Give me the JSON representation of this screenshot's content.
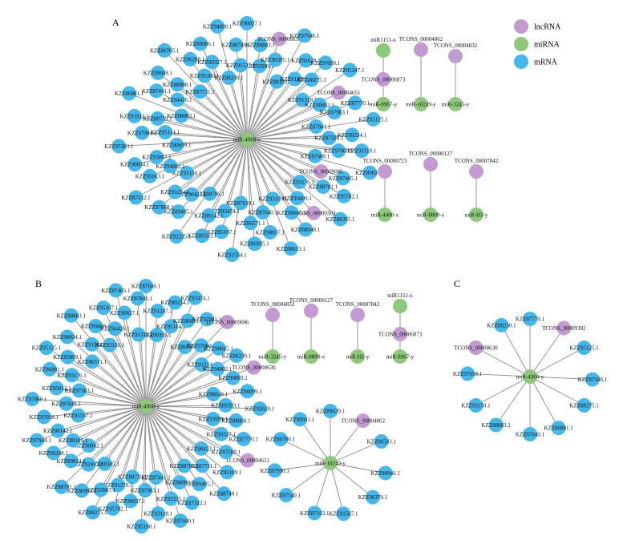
{
  "colors": {
    "lncRNA": "#c39bd3",
    "miRNA": "#8ec97b",
    "mRNA": "#45b7ea",
    "edge": "#8a8a8a"
  },
  "legend": [
    {
      "key": "lncRNA",
      "label": "lncRNA"
    },
    {
      "key": "miRNA",
      "label": "miRNA"
    },
    {
      "key": "mRNA",
      "label": "mRNA"
    }
  ],
  "panels": {
    "A": "A",
    "B": "B",
    "C": "C"
  },
  "A_hub": {
    "label": "miR-4968-y",
    "type": "miRNA"
  },
  "A_leaves": [
    {
      "label": "KZZ90027.1",
      "t": "m"
    },
    {
      "label": "KZZ88883.1",
      "t": "m"
    },
    {
      "label": "KZZ93999.1",
      "t": "m"
    },
    {
      "label": "TCONS_00008630",
      "t": "l"
    },
    {
      "label": "KZZ90395.1",
      "t": "m"
    },
    {
      "label": "KZZ88109.1",
      "t": "m"
    },
    {
      "label": "KZZ97948.1",
      "t": "m"
    },
    {
      "label": "KZZ92628.1",
      "t": "m"
    },
    {
      "label": "KZZ91270.1",
      "t": "m"
    },
    {
      "label": "KZZ97058.1",
      "t": "m"
    },
    {
      "label": "KZZ88275.1",
      "t": "m"
    },
    {
      "label": "KZZ91318.1",
      "t": "m"
    },
    {
      "label": "KZZ91247.1",
      "t": "m"
    },
    {
      "label": "TCONS_00004651",
      "t": "l"
    },
    {
      "label": "KZZ90062.1",
      "t": "m"
    },
    {
      "label": "KZZ87770.1",
      "t": "m"
    },
    {
      "label": "KZZ87963.1",
      "t": "m"
    },
    {
      "label": "KZZ87841.1",
      "t": "m"
    },
    {
      "label": "KZZ95125.1",
      "t": "m"
    },
    {
      "label": "KZZ89234.1",
      "t": "m"
    },
    {
      "label": "KZZ87508.1",
      "t": "m"
    },
    {
      "label": "KZZ93118.1",
      "t": "m"
    },
    {
      "label": "KZZ97060.1",
      "t": "m"
    },
    {
      "label": "KZZ87608.1",
      "t": "m"
    },
    {
      "label": "KZZ89024.1",
      "t": "m"
    },
    {
      "label": "KZZ87405.1",
      "t": "m"
    },
    {
      "label": "TCONS_00009086",
      "t": "l"
    },
    {
      "label": "KZZ95702.1",
      "t": "m"
    },
    {
      "label": "KZZ88781.1",
      "t": "m"
    },
    {
      "label": "KZZ93176.1",
      "t": "m"
    },
    {
      "label": "KZZ88305.1",
      "t": "m"
    },
    {
      "label": "TCONS_00009302",
      "t": "l"
    },
    {
      "label": "KZZ95009.1",
      "t": "m"
    },
    {
      "label": "KZZ88048.1",
      "t": "m"
    },
    {
      "label": "KZZ90665.1",
      "t": "m"
    },
    {
      "label": "KZZ93109.1",
      "t": "m"
    },
    {
      "label": "KZZ88653.1",
      "t": "m"
    },
    {
      "label": "KZZ90037.1",
      "t": "m"
    },
    {
      "label": "KZZ87040.1",
      "t": "m"
    },
    {
      "label": "KZZ86995.1",
      "t": "m"
    },
    {
      "label": "KZZ86571.1",
      "t": "m"
    },
    {
      "label": "KZZ87619.1",
      "t": "m"
    },
    {
      "label": "KZZ91564.1",
      "t": "m"
    },
    {
      "label": "KZZ95107.1",
      "t": "m"
    },
    {
      "label": "KZZ93474.1",
      "t": "m"
    },
    {
      "label": "KZZ89593.1",
      "t": "m"
    },
    {
      "label": "KZZ88142.1",
      "t": "m"
    },
    {
      "label": "KZZ88706.1",
      "t": "m"
    },
    {
      "label": "KZZ92235.1",
      "t": "m"
    },
    {
      "label": "KZZ89485.1",
      "t": "m"
    },
    {
      "label": "KZZ90423.1",
      "t": "m"
    },
    {
      "label": "KZZ97868.1",
      "t": "m"
    },
    {
      "label": "KZZ91224.1",
      "t": "m"
    },
    {
      "label": "KZZ93150.1",
      "t": "m"
    },
    {
      "label": "KZZ87312.1",
      "t": "m"
    },
    {
      "label": "KZZ95013.1",
      "t": "m"
    },
    {
      "label": "KZZ94002.1",
      "t": "m"
    },
    {
      "label": "KZZ90034.1",
      "t": "m"
    },
    {
      "label": "KZZ93067.1",
      "t": "m"
    },
    {
      "label": "KZZ90099.1",
      "t": "m"
    },
    {
      "label": "KZZ97303.1",
      "t": "m"
    },
    {
      "label": "KZZ97981.1",
      "t": "m"
    },
    {
      "label": "KZZ95114.1",
      "t": "m"
    },
    {
      "label": "KZZ91913.1",
      "t": "m"
    },
    {
      "label": "KZZ88739.1",
      "t": "m"
    },
    {
      "label": "KZZ88003.1",
      "t": "m"
    },
    {
      "label": "KZZ86881.1",
      "t": "m"
    },
    {
      "label": "KZZ87441.1",
      "t": "m"
    },
    {
      "label": "KZZ94426.1",
      "t": "m"
    },
    {
      "label": "KZZ89608.1",
      "t": "m"
    },
    {
      "label": "KZZ88868.1",
      "t": "m"
    },
    {
      "label": "KZZ87731.1",
      "t": "m"
    },
    {
      "label": "KZZ86705.1",
      "t": "m"
    },
    {
      "label": "KZZ96288.1",
      "t": "m"
    },
    {
      "label": "KZZ95180.1",
      "t": "m"
    },
    {
      "label": "KZZ88086.1",
      "t": "m"
    },
    {
      "label": "KZZ90327.1",
      "t": "m"
    },
    {
      "label": "KZZ88230.1",
      "t": "m"
    },
    {
      "label": "KZZ94098.1",
      "t": "m"
    },
    {
      "label": "KZZ88740.1",
      "t": "m"
    },
    {
      "label": "KZZ91537.1",
      "t": "m"
    }
  ],
  "A_small": [
    {
      "lnc": "TCONS_00006873",
      "mir": "miR1151-x",
      "mir2": "miR-8967-y"
    },
    {
      "lnc": "TCONS_00004862",
      "mir": "miR-10249-y"
    },
    {
      "lnc": "TCONS_00004832",
      "mir": "miR-3245-y"
    },
    {
      "lnc": "TCONS_00000723",
      "mir": "miR-4488-x"
    },
    {
      "lnc": "TCONS_00000127",
      "mir": "miR-8808-x"
    },
    {
      "lnc": "TCONS_00007842",
      "mir": "miR-H1-y"
    }
  ],
  "B_hub": {
    "label": "miR-4968-y",
    "type": "miRNA"
  },
  "B_leaves": [
    {
      "label": "KZZ87608.1",
      "t": "m"
    },
    {
      "label": "KZZ91247.1",
      "t": "m"
    },
    {
      "label": "KZZ90395.1",
      "t": "m"
    },
    {
      "label": "KZZ89234.1",
      "t": "m"
    },
    {
      "label": "KZZ95114.1",
      "t": "m"
    },
    {
      "label": "KZZ93474.1",
      "t": "m"
    },
    {
      "label": "KZZ88653.1",
      "t": "m"
    },
    {
      "label": "KZZ86705.1",
      "t": "m"
    },
    {
      "label": "KZZ97981.1",
      "t": "m"
    },
    {
      "label": "KZZ97060.1",
      "t": "m"
    },
    {
      "label": "TCONS_00009086",
      "t": "l"
    },
    {
      "label": "KZZ90665.1",
      "t": "m"
    },
    {
      "label": "KZZ91224.1",
      "t": "m"
    },
    {
      "label": "KZZ88230.1",
      "t": "m"
    },
    {
      "label": "KZZ94002.1",
      "t": "m"
    },
    {
      "label": "TCONS_00008630",
      "t": "l"
    },
    {
      "label": "KZZ90003.1",
      "t": "m"
    },
    {
      "label": "KZZ88048.1",
      "t": "m"
    },
    {
      "label": "KZZ90099.1",
      "t": "m"
    },
    {
      "label": "KZZ89593.1",
      "t": "m"
    },
    {
      "label": "KZZ92628.1",
      "t": "m"
    },
    {
      "label": "KZZ88868.1",
      "t": "m"
    },
    {
      "label": "KZZ93999.1",
      "t": "m"
    },
    {
      "label": "KZZ87770.1",
      "t": "m"
    },
    {
      "label": "KZZ90327.1",
      "t": "m"
    },
    {
      "label": "TCONS_00004651",
      "t": "l"
    },
    {
      "label": "KZZ87508.1",
      "t": "m"
    },
    {
      "label": "KZZ90423.1",
      "t": "m"
    },
    {
      "label": "KZZ93109.1",
      "t": "m"
    },
    {
      "label": "KZZ87731.1",
      "t": "m"
    },
    {
      "label": "KZZ88740.1",
      "t": "m"
    },
    {
      "label": "KZZ89485.1",
      "t": "m"
    },
    {
      "label": "KZZ88706.1",
      "t": "m"
    },
    {
      "label": "KZZ87312.1",
      "t": "m"
    },
    {
      "label": "KZZ88086.1",
      "t": "m"
    },
    {
      "label": "KZZ87040.1",
      "t": "m"
    },
    {
      "label": "KZZ92235.1",
      "t": "m"
    },
    {
      "label": "KZZ87441.1",
      "t": "m"
    },
    {
      "label": "KZZ93118.1",
      "t": "m"
    },
    {
      "label": "KZZ87963.1",
      "t": "m"
    },
    {
      "label": "KZZ95180.1",
      "t": "m"
    },
    {
      "label": "KZZ90037.1",
      "t": "m"
    },
    {
      "label": "KZZ88739.1",
      "t": "m"
    },
    {
      "label": "KZZ95702.1",
      "t": "m"
    },
    {
      "label": "KZZ91270.1",
      "t": "m"
    },
    {
      "label": "KZZ88275.1",
      "t": "m"
    },
    {
      "label": "KZZ93067.1",
      "t": "m"
    },
    {
      "label": "KZZ88305.1",
      "t": "m"
    },
    {
      "label": "KZZ86995.1",
      "t": "m"
    },
    {
      "label": "KZZ91913.1",
      "t": "m"
    },
    {
      "label": "KZZ88781.1",
      "t": "m"
    },
    {
      "label": "KZZ89024.1",
      "t": "m"
    },
    {
      "label": "KZZ90062.1",
      "t": "m"
    },
    {
      "label": "KZZ96288.1",
      "t": "m"
    },
    {
      "label": "KZZ88109.1",
      "t": "m"
    },
    {
      "label": "KZZ97948.1",
      "t": "m"
    },
    {
      "label": "KZZ88142.1",
      "t": "m"
    },
    {
      "label": "KZZ91557.1",
      "t": "m"
    },
    {
      "label": "KZZ97058.1",
      "t": "m"
    },
    {
      "label": "KZZ87849.1",
      "t": "m"
    },
    {
      "label": "KZZ97868.1",
      "t": "m"
    },
    {
      "label": "KZZ95013.1",
      "t": "m"
    },
    {
      "label": "KZZ97303.1",
      "t": "m"
    },
    {
      "label": "KZZ86881.1",
      "t": "m"
    },
    {
      "label": "KZZ93176.1",
      "t": "m"
    },
    {
      "label": "KZZ95125.1",
      "t": "m"
    },
    {
      "label": "KZZ95009.1",
      "t": "m"
    },
    {
      "label": "KZZ86571.1",
      "t": "m"
    },
    {
      "label": "KZZ90034.1",
      "t": "m"
    },
    {
      "label": "KZZ91564.1",
      "t": "m"
    },
    {
      "label": "KZZ88883.1",
      "t": "m"
    },
    {
      "label": "KZZ89608.1",
      "t": "m"
    },
    {
      "label": "KZZ93150.1",
      "t": "m"
    },
    {
      "label": "KZZ95107.1",
      "t": "m"
    },
    {
      "label": "KZZ94426.1",
      "t": "m"
    },
    {
      "label": "KZZ87405.1",
      "t": "m"
    },
    {
      "label": "KZZ90027.1",
      "t": "m"
    },
    {
      "label": "KZZ91318.1",
      "t": "m"
    },
    {
      "label": "KZZ87841.1",
      "t": "m"
    }
  ],
  "B_small": [
    {
      "lnc": "TCONS_00004832",
      "mir": "miR-3245-y"
    },
    {
      "lnc": "TCONS_00000127",
      "mir": "miR-8808-x"
    },
    {
      "lnc": "TCONS_00007842",
      "mir": "miR-H1-y"
    },
    {
      "lnc": "TCONS_00006873",
      "mir": "miR1151-x",
      "mir2": "miR-8967-y"
    }
  ],
  "B2_hub": {
    "label": "miR-10249-y",
    "type": "miRNA"
  },
  "B2_leaves": [
    {
      "label": "KZZ89639.1",
      "t": "m"
    },
    {
      "label": "TCONS_00004862",
      "t": "l"
    },
    {
      "label": "KZZ86583.1",
      "t": "m"
    },
    {
      "label": "KZZ90946.1",
      "t": "m"
    },
    {
      "label": "KZZ90379.1",
      "t": "m"
    },
    {
      "label": "KZZ91567.1",
      "t": "m"
    },
    {
      "label": "KZZ87103.1",
      "t": "m"
    },
    {
      "label": "KZZ87540.1",
      "t": "m"
    },
    {
      "label": "KZZ87990.1",
      "t": "m"
    },
    {
      "label": "KZZ89780.1",
      "t": "m"
    },
    {
      "label": "KZZ90911.1",
      "t": "m"
    }
  ],
  "C_hub": {
    "label": "miR-4968-y",
    "type": "miRNA"
  },
  "C_leaves": [
    {
      "label": "KZZ87770.1",
      "t": "m"
    },
    {
      "label": "TCONS_00009302",
      "t": "l"
    },
    {
      "label": "KZZ95125.1",
      "t": "m"
    },
    {
      "label": "KZZ87508.1",
      "t": "m"
    },
    {
      "label": "KZZ88275.1",
      "t": "m"
    },
    {
      "label": "KZZ86881.1",
      "t": "m"
    },
    {
      "label": "KZZ87040.1",
      "t": "m"
    },
    {
      "label": "KZZ88883.1",
      "t": "m"
    },
    {
      "label": "KZZ93150.1",
      "t": "m"
    },
    {
      "label": "KZZ97058.1",
      "t": "m"
    },
    {
      "label": "TCONS_00008630",
      "t": "l"
    },
    {
      "label": "KZZ88230.1",
      "t": "m"
    }
  ]
}
